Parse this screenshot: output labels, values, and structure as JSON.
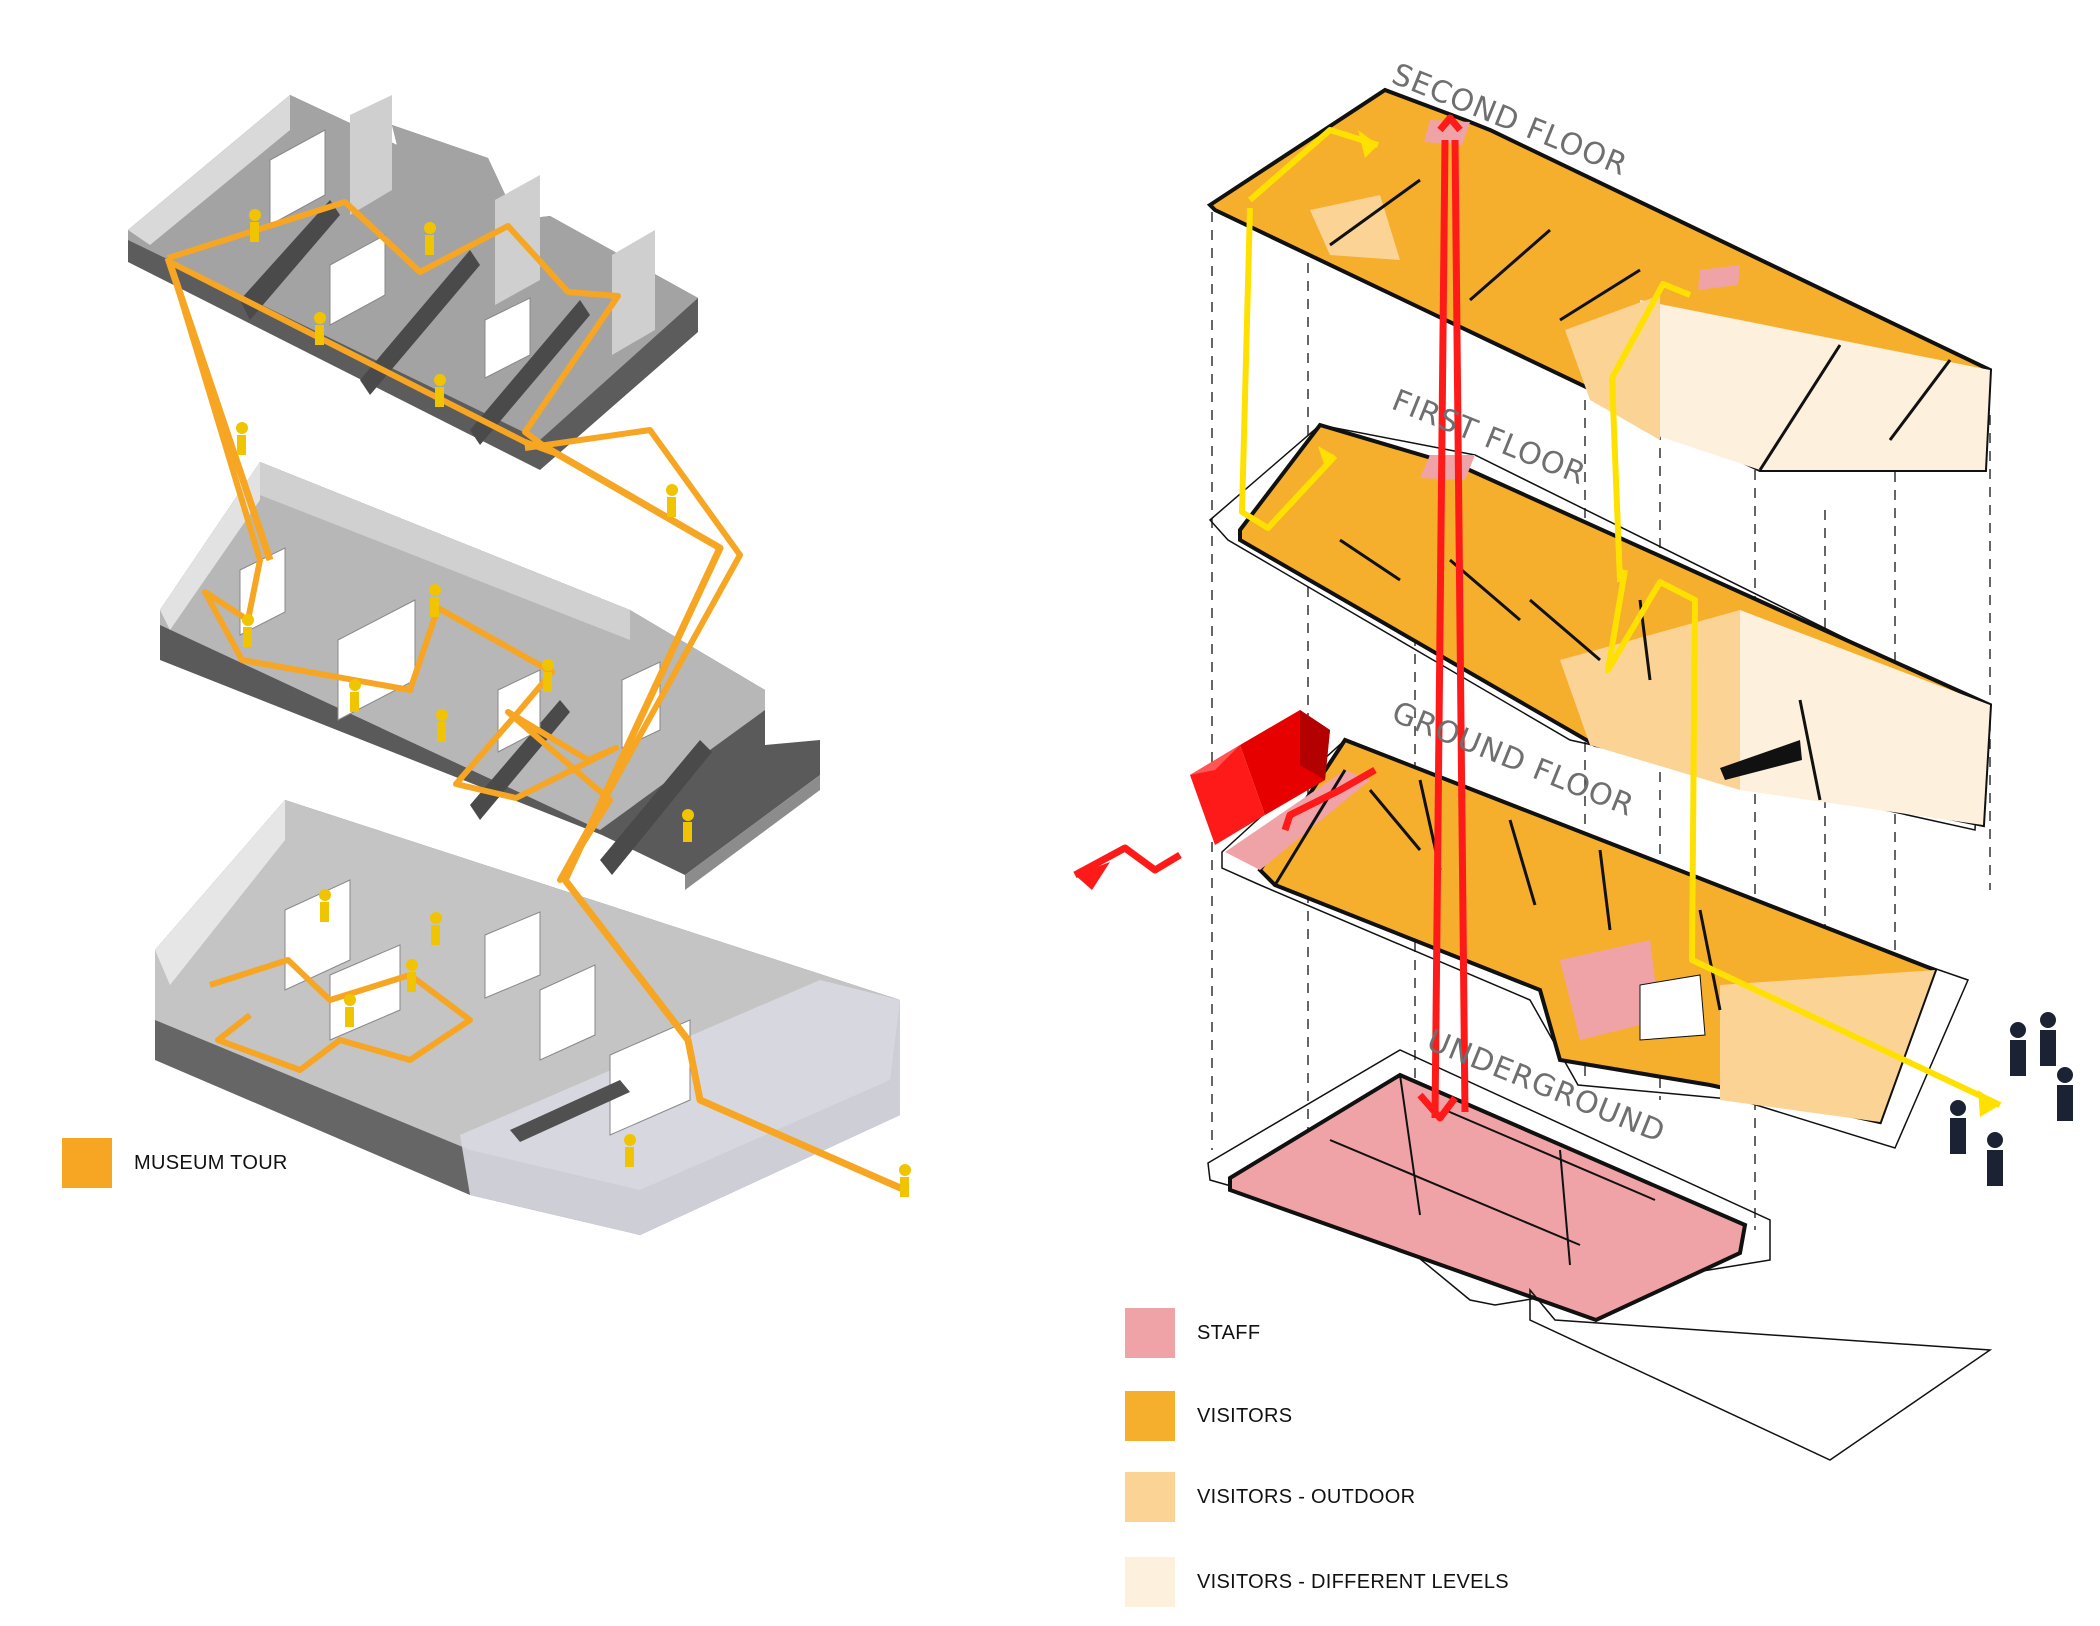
{
  "floors": {
    "second": "SECOND FLOOR",
    "first": "FIRST FLOOR",
    "ground": "GROUND FLOOR",
    "underground": "UNDERGROUND"
  },
  "legend_left": [
    {
      "label": "MUSEUM TOUR",
      "color": "#f6a623"
    }
  ],
  "legend_right": [
    {
      "label": "STAFF",
      "color": "#f0a3a6"
    },
    {
      "label": "VISITORS",
      "color": "#f6ae2d"
    },
    {
      "label": "VISITORS - OUTDOOR",
      "color": "#fbd394"
    },
    {
      "label": "VISITORS - DIFFERENT LEVELS",
      "color": "#fdf0dc"
    }
  ],
  "colors": {
    "tour_path": "#f6a623",
    "visitor_path": "#ffe100",
    "staff_path": "#ff1a1a",
    "floor_outline": "#111111",
    "gallery_floor": "#9c9c9c",
    "gallery_wall": "#d2d2d2"
  }
}
